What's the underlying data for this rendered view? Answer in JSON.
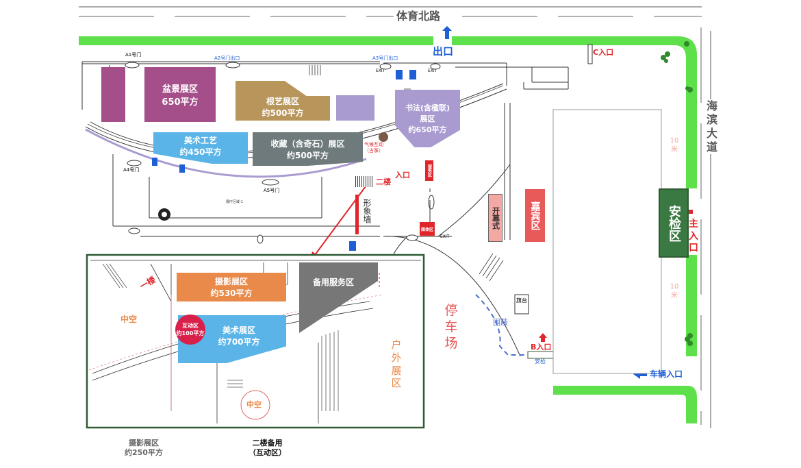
{
  "roads": {
    "north": "体育北路",
    "east": "海滨大道"
  },
  "exits": {
    "main_exit": "出口",
    "c_entrance": "C入口",
    "main_entrance": "主入口",
    "b_entrance": "B入口",
    "b_security": "安检",
    "vehicle_entrance": "车辆入口",
    "entrance": "入口"
  },
  "gates": {
    "a1": "A1号门",
    "a2": "A2号门出口",
    "a3": "A3号门出口",
    "a4": "A4号门",
    "a5": "A5号门",
    "exit1": "EXIT",
    "exit2": "EXIT",
    "exit3": "EXIT"
  },
  "zones": {
    "penjing": {
      "line1": "盆景展区",
      "line2": "650平方"
    },
    "genyi": {
      "line1": "根艺展区",
      "line2": "约500平方"
    },
    "shufa": {
      "line1": "书法(含楹联)",
      "line2": "展区",
      "line3": "约650平方"
    },
    "meishu_gongyi": {
      "line1": "美术工艺",
      "line2": "约450平方"
    },
    "shoucang": {
      "line1": "收藏（含奇石）展区",
      "line2": "约500平方"
    },
    "qipao": {
      "line1": "气候互动",
      "line2": "（古筝）"
    },
    "second_floor": "二楼",
    "service": "服务区",
    "xingxiang": "形象墙",
    "media": "媒体区",
    "kaimu": "开幕式",
    "jiabin": "嘉宾区",
    "anjian": "安检区",
    "distance_top": "10米",
    "distance_bottom": "10米",
    "paiting": "旗台",
    "parking": "停车场",
    "weidang": "围蔽",
    "huwai": "户外展区",
    "zhanting": "展厅区域-1"
  },
  "inset": {
    "first_floor": "一楼",
    "sheying": {
      "line1": "摄影展区",
      "line2": "约530平方"
    },
    "beiyong": "备用服务区",
    "zhongkong1": "中空",
    "zhongkong2": "中空",
    "hudong": {
      "line1": "互动区",
      "line2": "约100平方"
    },
    "meishu": {
      "line1": "美术展区",
      "line2": "约700平方"
    }
  },
  "captions": {
    "photo_line1": "摄影展区",
    "photo_line2": "约250平方",
    "second_line1": "二楼备用",
    "second_line2": "（互动区）"
  },
  "colors": {
    "green": "#5ee04a",
    "purple": "#a44f8a",
    "tan": "#b8955a",
    "lavender": "#a99bd0",
    "lightblue": "#5ab4e8",
    "slate": "#6f7a7d",
    "red": "#e0262b",
    "orange": "#e98a4a",
    "darkgreen": "#2f5a33",
    "gray": "#777777",
    "blue": "#1d5fd6"
  }
}
